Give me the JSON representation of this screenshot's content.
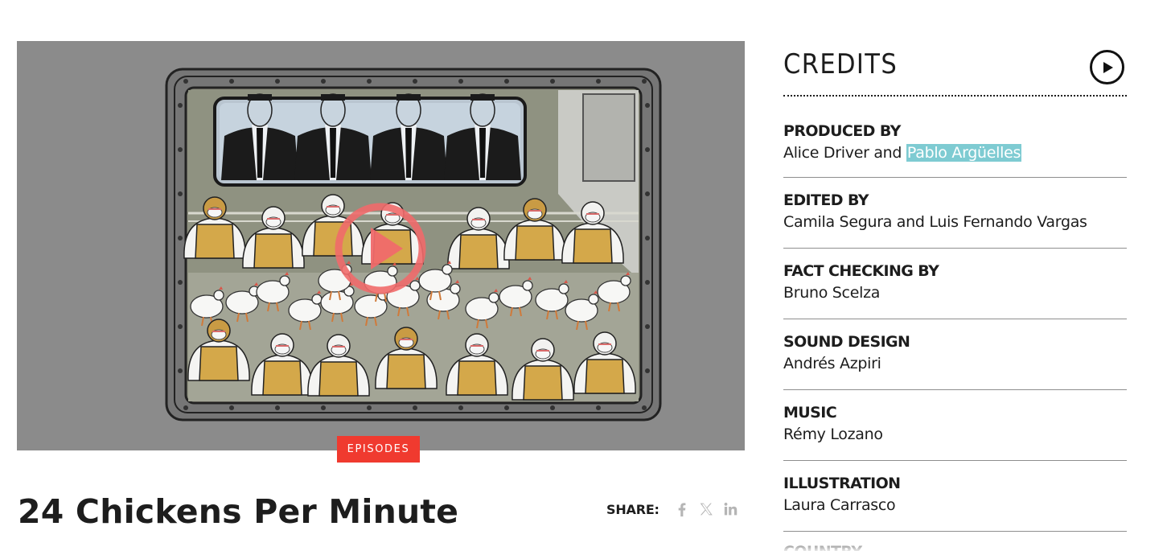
{
  "hero": {
    "image_description_icon": "illustration-image",
    "play_icon": "play-circle-icon",
    "accent_color": "#f06a6a"
  },
  "episode": {
    "tag": "EPISODES",
    "tag_color": "#f03a2f",
    "title": "24 Chickens Per Minute"
  },
  "share": {
    "label": "SHARE:",
    "icons": [
      "facebook-icon",
      "x-icon",
      "linkedin-icon"
    ]
  },
  "credits": {
    "title": "CREDITS",
    "play_icon": "play-circle-icon",
    "highlight_color": "#7ecbd2",
    "items": [
      {
        "role": "PRODUCED BY",
        "names_plain": "Alice Driver and ",
        "names_highlight": "Pablo Argüelles"
      },
      {
        "role": "EDITED BY",
        "names": "Camila Segura and Luis Fernando Vargas"
      },
      {
        "role": "FACT CHECKING BY",
        "names": "Bruno Scelza"
      },
      {
        "role": "SOUND DESIGN",
        "names": "Andrés Azpiri"
      },
      {
        "role": "MUSIC",
        "names": "Rémy Lozano"
      },
      {
        "role": "ILLUSTRATION",
        "names": "Laura Carrasco"
      },
      {
        "role": "COUNTRY",
        "names": ""
      }
    ]
  }
}
